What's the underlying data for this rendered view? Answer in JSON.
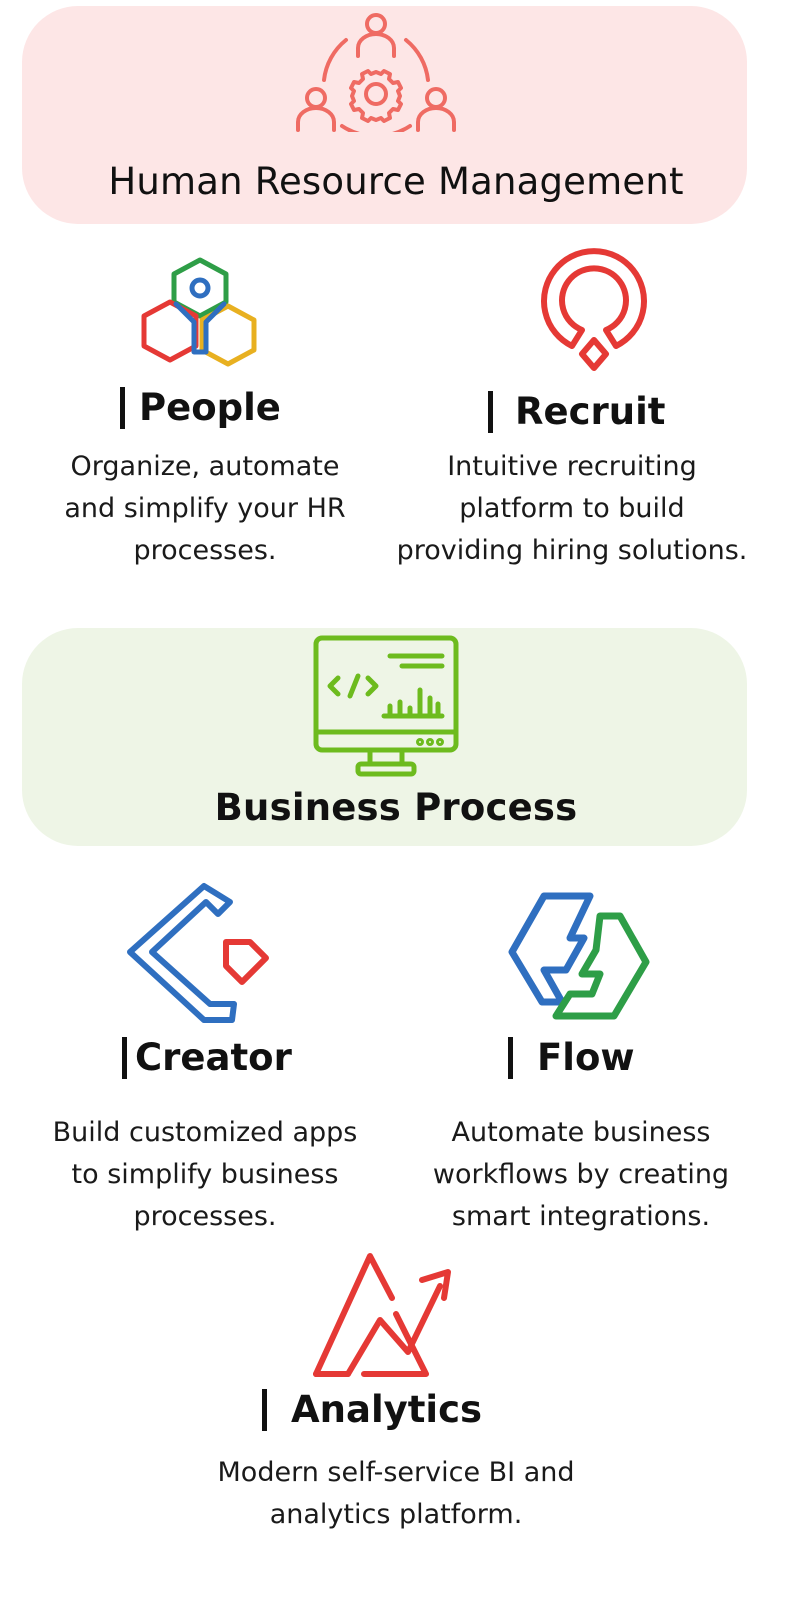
{
  "sections": {
    "hr": {
      "title": "Human Resource Management",
      "icon": "hr-management-icon",
      "background": "#fde6e6"
    },
    "bp": {
      "title": "Business Process",
      "icon": "computer-code-icon",
      "background": "#eef5e6"
    }
  },
  "products": {
    "people": {
      "title": "People",
      "icon": "people-logo-icon",
      "desc": [
        "Organize, automate",
        "and simplify your HR",
        "processes."
      ]
    },
    "recruit": {
      "title": "Recruit",
      "icon": "recruit-logo-icon",
      "desc": [
        "Intuitive recruiting",
        "platform to build",
        "providing hiring solutions."
      ]
    },
    "creator": {
      "title": "Creator",
      "icon": "creator-logo-icon",
      "desc": [
        "Build customized apps",
        "to simplify business",
        "processes."
      ]
    },
    "flow": {
      "title": "Flow",
      "icon": "flow-logo-icon",
      "desc": [
        "Automate business",
        "workflows by creating",
        "smart integrations."
      ]
    },
    "analytics": {
      "title": "Analytics",
      "icon": "analytics-logo-icon",
      "desc": [
        "Modern self-service BI and",
        "analytics platform."
      ]
    }
  },
  "colors": {
    "red": "#e53935",
    "green": "#2e9e47",
    "blue": "#2f6fc0",
    "yellow": "#e8b020",
    "lime": "#6dbb1e",
    "salmon": "#ef6b63"
  }
}
